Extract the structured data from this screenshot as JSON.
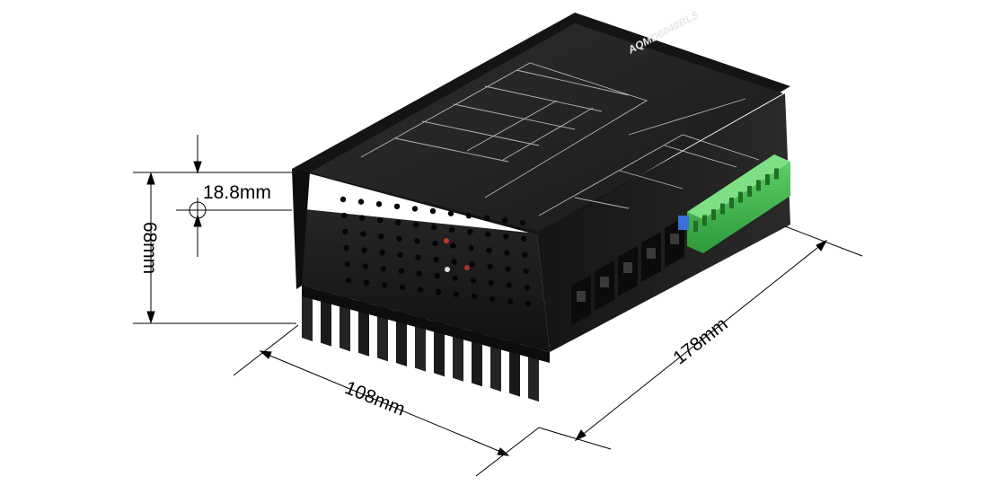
{
  "product": {
    "model_label": "AQMD6040BLS"
  },
  "dimensions": {
    "mount_offset": "18.8mm",
    "height": "68mm",
    "width": "108mm",
    "length": "178mm"
  },
  "colors": {
    "body": "#1c1c1c",
    "top_panel": "#232323",
    "terminal_block": "#3cb44b",
    "dimension_lines": "#000000",
    "background": "#ffffff"
  },
  "icons": {
    "mount_hole": "crosshair-circle-icon"
  }
}
